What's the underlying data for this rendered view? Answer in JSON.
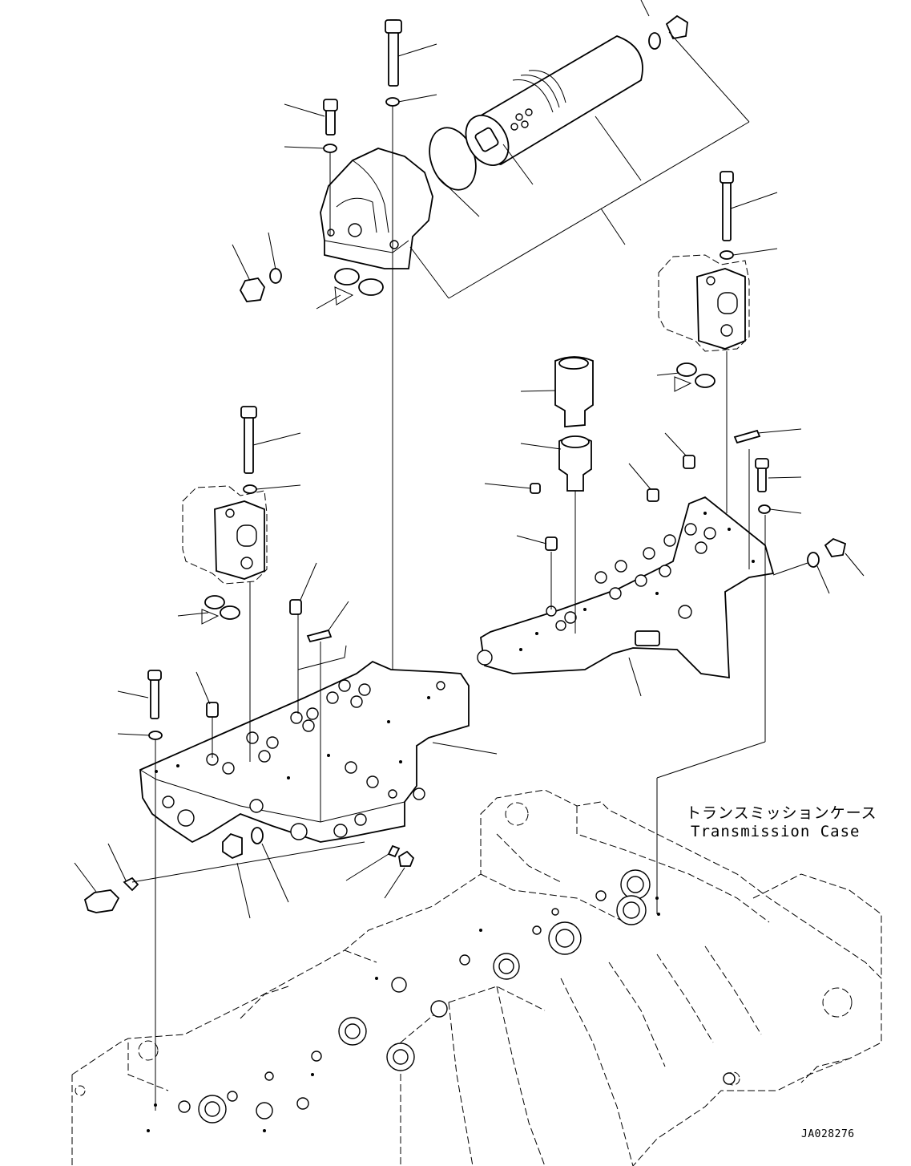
{
  "diagram": {
    "callout_label_jp": "トランスミッションケース",
    "callout_label_en": "Transmission Case",
    "drawing_number": "JA028276"
  }
}
